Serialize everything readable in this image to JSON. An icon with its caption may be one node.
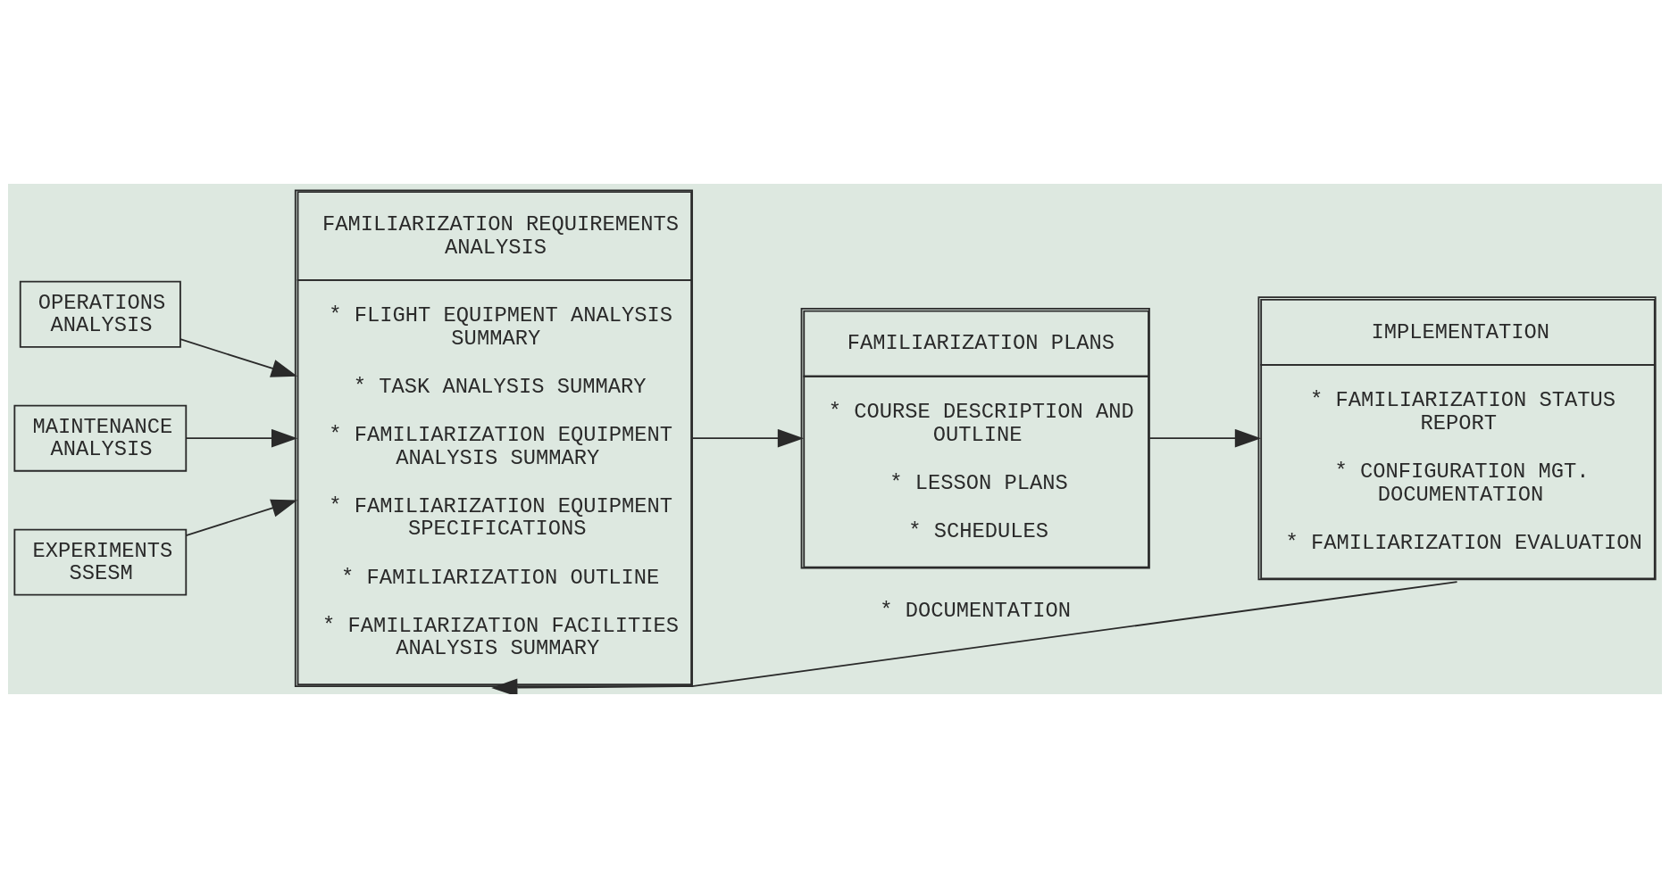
{
  "diagram": {
    "nodes": [
      {
        "text": [
          "OPERATIONS ANALYSIS"
        ]
      },
      {
        "text": [
          "MAINTENANCE ANALYSIS"
        ]
      },
      {
        "text": [
          "EXPERIMENTS SSESM"
        ]
      },
      {
        "text": [
          "FAMILIARIZATION REQUIREMENTS ANALYSIS",
          "* FLIGHT EQUIPMENT ANALYSIS SUMMARY",
          "* TASK ANALYSIS SUMMARY",
          "* FAMILIARIZATION EQUIPMENT ANALYSIS SUMMARY",
          "* FAMILIARIZATION EQUIPMENT SPECIFICATIONS",
          "* FAMILIARIZATION OUTLINE",
          "* FAMILIARIZATION FACILITIES ANALYSIS SUMMARY"
        ]
      },
      {
        "text": [
          "FAMILIARIZATION PLANS",
          "* COURSE DESCRIPTION AND OUTLINE",
          "* LESSON PLANS",
          "* SCHEDULES"
        ]
      },
      {
        "text": [
          "IMPLEMENTATION",
          "* FAMILIARIZATION STATUS REPORT",
          "* CONFIGURATION MGT. DOCUMENTATION",
          "* FAMILIARIZATION EVALUATION"
        ]
      }
    ],
    "edges": [
      {
        "from": 0,
        "to": 3,
        "arrow": "to"
      },
      {
        "from": 1,
        "to": 3,
        "arrow": "to"
      },
      {
        "from": 2,
        "to": 3,
        "arrow": "to"
      },
      {
        "from": 3,
        "to": 4,
        "arrow": "to"
      },
      {
        "from": 4,
        "to": 5,
        "arrow": "to"
      },
      {
        "from": 5,
        "to": 3,
        "arrow": "to",
        "label": "* DOCUMENTATION"
      }
    ]
  }
}
